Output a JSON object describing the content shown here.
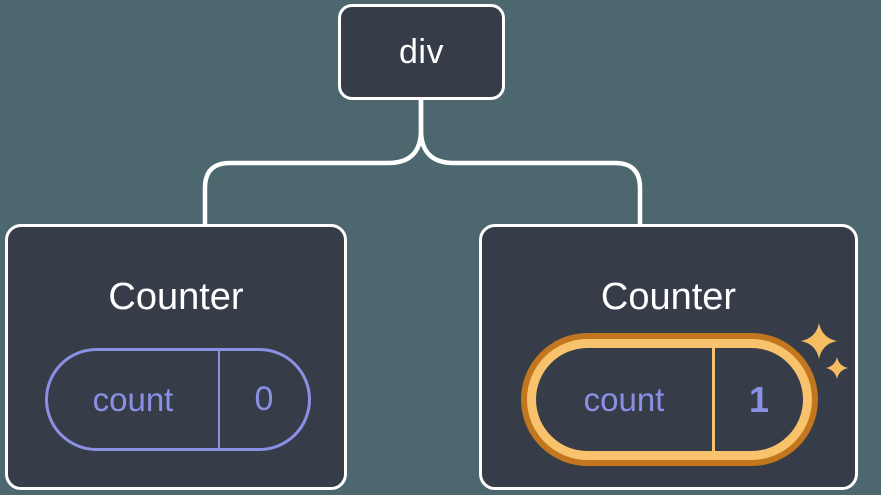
{
  "diagram": {
    "type": "component-tree",
    "colors": {
      "background": "#4C676E",
      "node_fill": "#363D49",
      "node_border": "#FFFFFF",
      "state_purple": "#8B90E4",
      "highlight_orange_dark": "#C2761E",
      "highlight_orange_light": "#F8C36C",
      "sparkle": "#F4BD62"
    },
    "root_node": {
      "label": "div"
    },
    "children": [
      {
        "title": "Counter",
        "highlighted": false,
        "state": {
          "label": "count",
          "value": "0"
        }
      },
      {
        "title": "Counter",
        "highlighted": true,
        "state": {
          "label": "count",
          "value": "1"
        }
      }
    ]
  }
}
